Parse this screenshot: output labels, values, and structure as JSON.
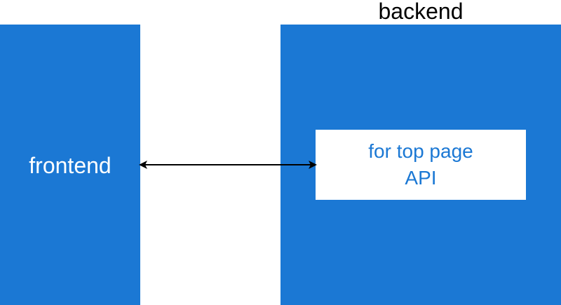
{
  "diagram": {
    "frontend": {
      "label": "frontend"
    },
    "backend": {
      "title": "backend",
      "api_box": {
        "line1": "for top page",
        "line2": "API"
      }
    }
  },
  "colors": {
    "block_fill": "#1b78d4",
    "api_text": "#1b78d4",
    "title_text": "#000000",
    "arrow": "#000000",
    "page_background": "#ffffff"
  },
  "connection": {
    "type": "bidirectional-arrow"
  }
}
